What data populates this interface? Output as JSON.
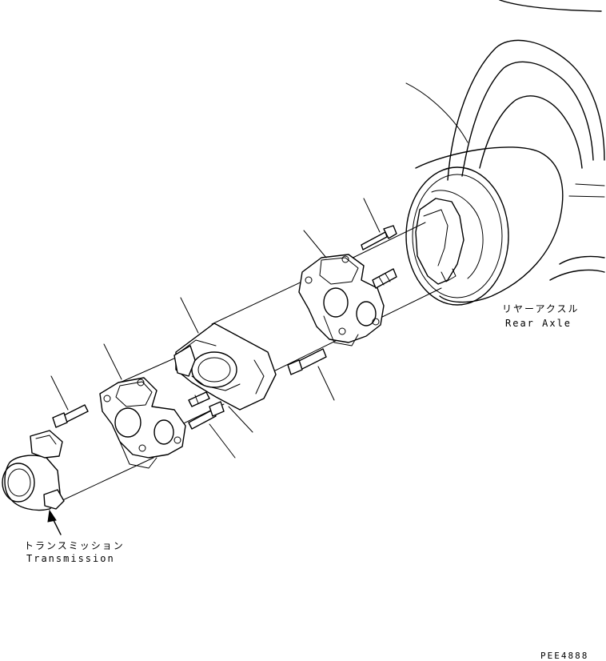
{
  "labels": {
    "rear_axle_jp": "リヤーアクスル",
    "rear_axle_en": "Rear Axle",
    "transmission_jp": "トランスミッション",
    "transmission_en": "Transmission",
    "figure_code": "PEE4888"
  }
}
